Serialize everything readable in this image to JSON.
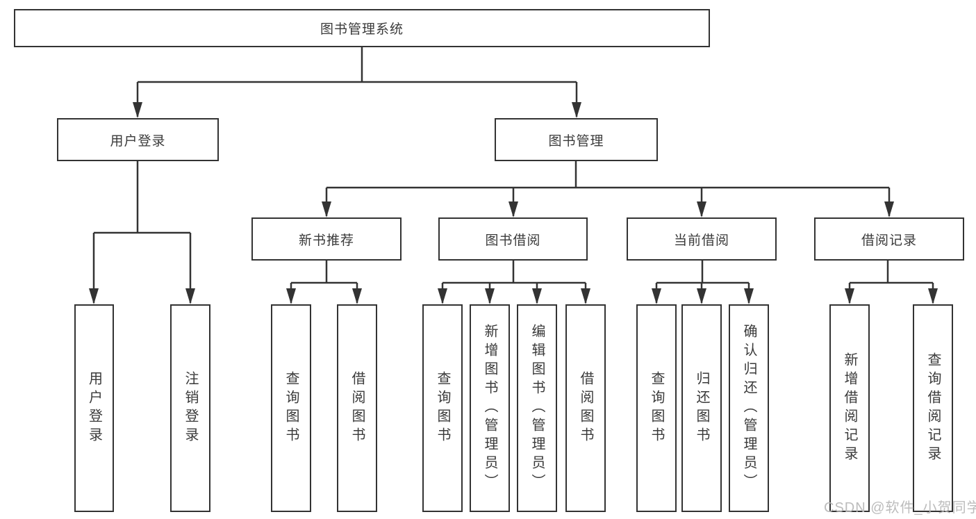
{
  "colors": {
    "line": "#333333",
    "text": "#3a3a3a",
    "watermark": "#b9b9b9"
  },
  "diagram": {
    "root": "图书管理系统",
    "branches": [
      {
        "label": "用户登录",
        "children": [
          "用户登录",
          "注销登录"
        ]
      },
      {
        "label": "图书管理",
        "groups": [
          {
            "label": "新书推荐",
            "children": [
              "查询图书",
              "借阅图书"
            ]
          },
          {
            "label": "图书借阅",
            "children": [
              "查询图书",
              "新增图书（管理员）",
              "编辑图书（管理员）",
              "借阅图书"
            ]
          },
          {
            "label": "当前借阅",
            "children": [
              "查询图书",
              "归还图书",
              "确认归还（管理员）"
            ]
          },
          {
            "label": "借阅记录",
            "children": [
              "新增借阅记录",
              "查询借阅记录"
            ]
          }
        ]
      }
    ]
  },
  "watermark": "CSDN @软件_小贺同学"
}
